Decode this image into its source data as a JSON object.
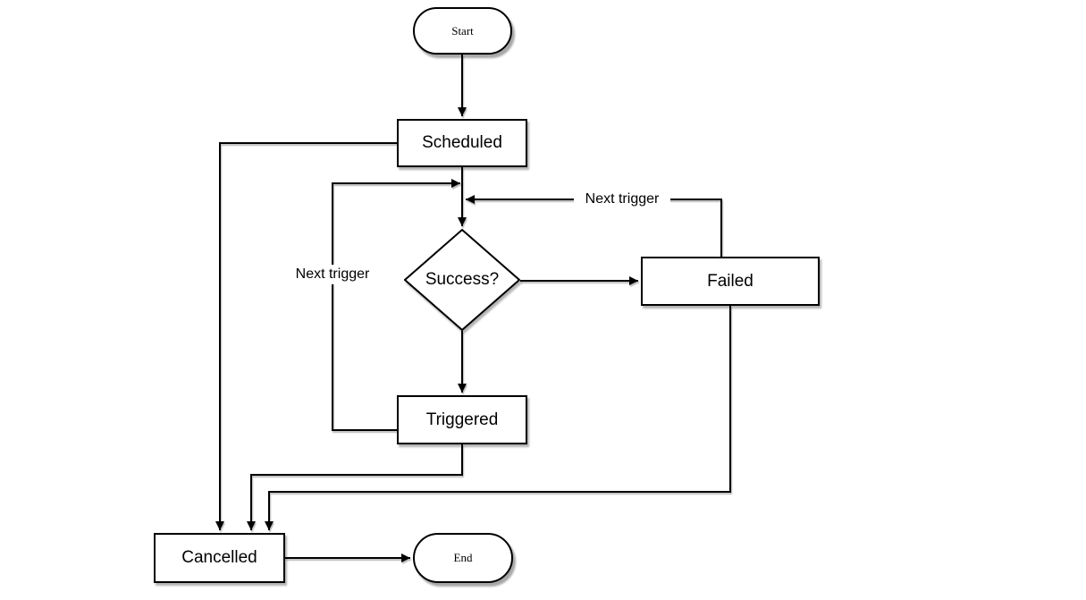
{
  "canvas": {
    "background": "#ffffff",
    "stroke_color": "#000000",
    "fill_color": "#ffffff",
    "text_color": "#000000"
  },
  "flowchart": {
    "nodes": {
      "start": {
        "label": "Start",
        "shape": "terminator"
      },
      "scheduled": {
        "label": "Scheduled",
        "shape": "process"
      },
      "success": {
        "label": "Success?",
        "shape": "decision"
      },
      "failed": {
        "label": "Failed",
        "shape": "process"
      },
      "triggered": {
        "label": "Triggered",
        "shape": "process"
      },
      "cancelled": {
        "label": "Cancelled",
        "shape": "process"
      },
      "end": {
        "label": "End",
        "shape": "terminator"
      }
    },
    "edge_labels": {
      "triggered_loop": "Next trigger",
      "failed_loop": "Next trigger"
    },
    "edges": [
      {
        "from": "start",
        "to": "scheduled",
        "label": ""
      },
      {
        "from": "scheduled",
        "to": "success",
        "label": ""
      },
      {
        "from": "success",
        "to": "failed",
        "label": ""
      },
      {
        "from": "success",
        "to": "triggered",
        "label": ""
      },
      {
        "from": "triggered",
        "to": "success",
        "label": "Next trigger"
      },
      {
        "from": "failed",
        "to": "success",
        "label": "Next trigger"
      },
      {
        "from": "scheduled",
        "to": "cancelled",
        "label": ""
      },
      {
        "from": "triggered",
        "to": "cancelled",
        "label": ""
      },
      {
        "from": "failed",
        "to": "cancelled",
        "label": ""
      },
      {
        "from": "cancelled",
        "to": "end",
        "label": ""
      }
    ]
  }
}
